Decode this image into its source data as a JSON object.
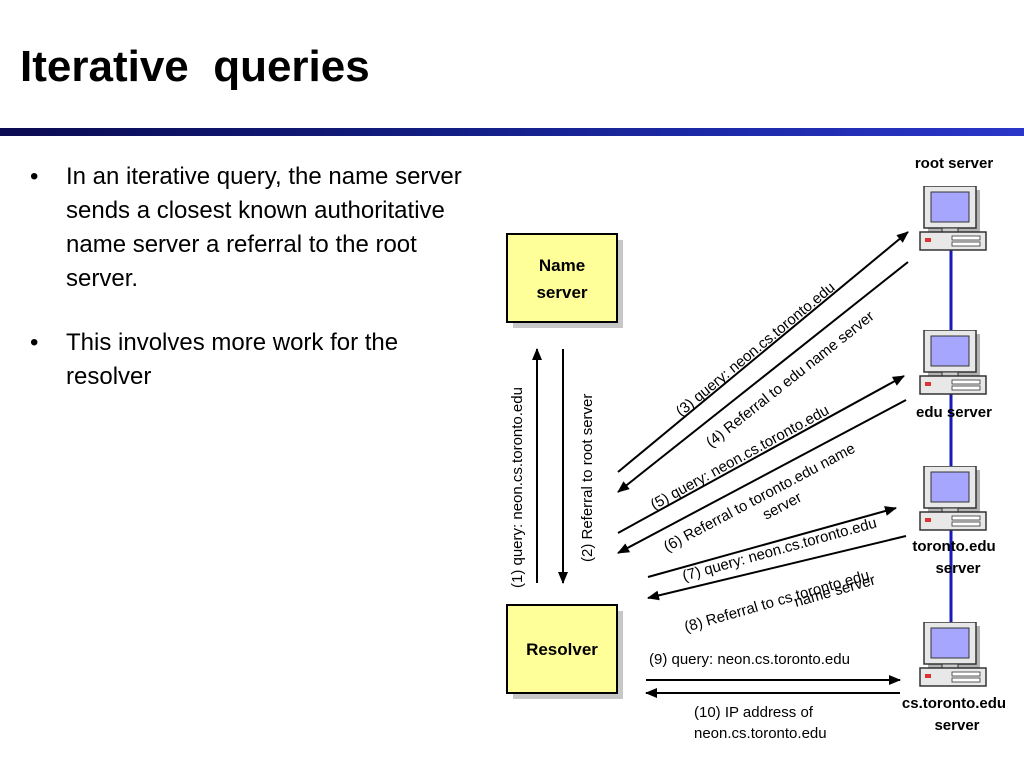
{
  "slide": {
    "title": "Iterative  queries",
    "bullets": [
      "In an iterative query, the name server  sends a closest known authoritative name server a referral to the root server.",
      "This involves more work for the resolver"
    ]
  },
  "diagram": {
    "boxes": {
      "name_server": [
        "Name",
        "server"
      ],
      "resolver": "Resolver"
    },
    "servers": {
      "root": [
        "root server"
      ],
      "edu": [
        "edu server"
      ],
      "toronto": [
        "toronto.edu",
        "server"
      ],
      "cs_toronto": [
        "cs.toronto.edu",
        "server"
      ]
    },
    "messages": {
      "m1": "(1) query: neon.cs.toronto.edu",
      "m2": "(2) Referral to root server",
      "m3": "(3) query: neon.cs.toronto.edu",
      "m4": "(4) Referral to edu name server",
      "m5": "(5) query: neon.cs.toronto.edu",
      "m6": [
        "(6) Referral to toronto.edu name",
        "server"
      ],
      "m7": "(7) query: neon.cs.toronto.edu",
      "m8": [
        "(8) Referral to cs.toronto.edu",
        "name server"
      ],
      "m9": "(9) query: neon.cs.toronto.edu",
      "m10": [
        "(10) IP address of",
        "neon.cs.toronto.edu"
      ]
    },
    "colors": {
      "box_fill": "#ffff99",
      "server_link": "#1a1ab8",
      "title_rule": "#1c2aa8"
    }
  }
}
